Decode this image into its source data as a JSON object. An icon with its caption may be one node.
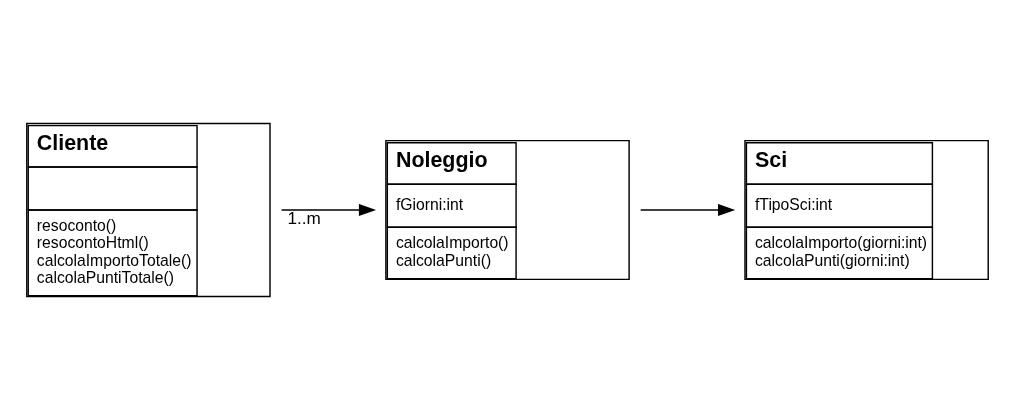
{
  "diagram": {
    "nodes": [
      {
        "text": [
          "Cliente",
          "resoconto()",
          "resocontoHtml()",
          "calcolaImportoTotale()",
          "calcolaPuntiTotale()"
        ]
      },
      {
        "text": [
          "Noleggio",
          "fGiorni:int",
          "calcolaImporto()",
          "calcolaPunti()"
        ]
      },
      {
        "text": [
          "Sci",
          "fTipoSci:int",
          "calcolaImporto(giorni:int)",
          "calcolaPunti(giorni:int)"
        ]
      }
    ],
    "edges": [
      {
        "from": 0,
        "to": 1,
        "arrow": "to",
        "label": "1..m"
      },
      {
        "from": 1,
        "to": 2,
        "arrow": "to"
      }
    ]
  }
}
